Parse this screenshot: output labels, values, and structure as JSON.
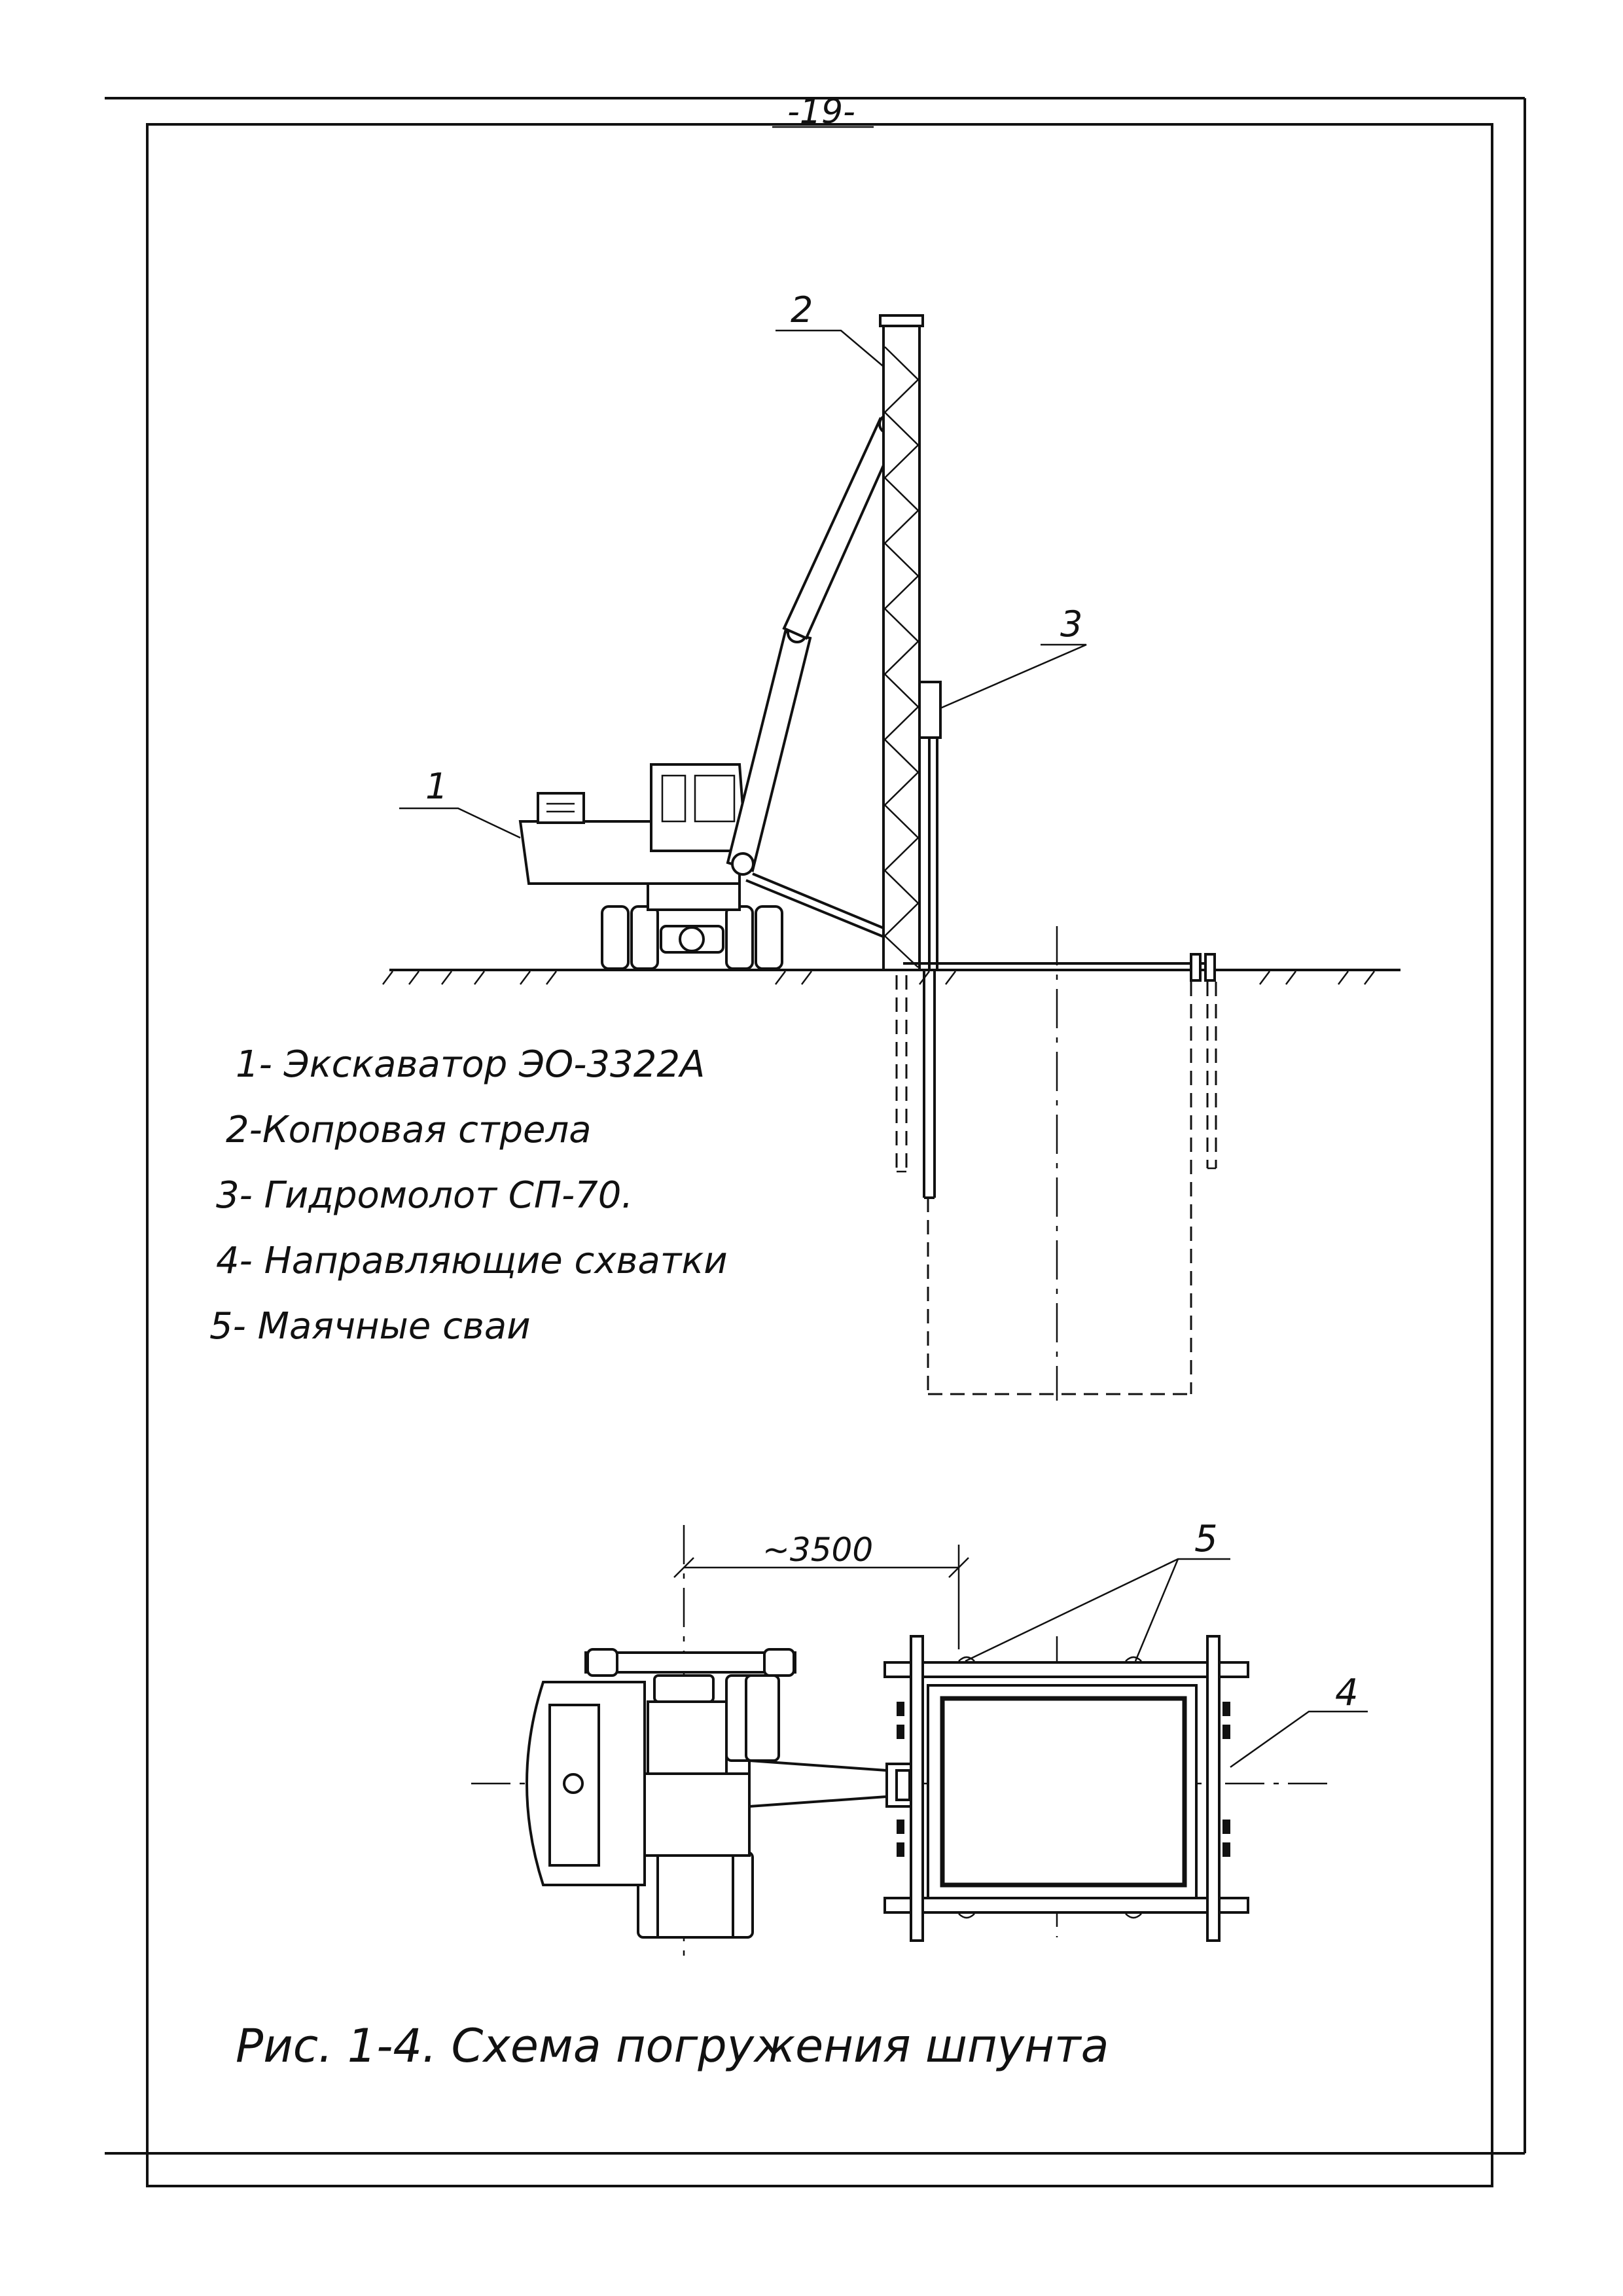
{
  "page": {
    "page_number": "-19-"
  },
  "callouts": {
    "c1": "1",
    "c2": "2",
    "c3": "3",
    "c4": "4",
    "c5": "5"
  },
  "legend": [
    "1- Экскаватор ЭО-3322А",
    "2-Копровая стрела",
    "3- Гидромолот СП-70.",
    "4- Направляющие схватки",
    "5- Маячные сваи"
  ],
  "dimension": {
    "value": "~3500"
  },
  "caption": "Рис. 1-4. Схема погружения шпунта"
}
